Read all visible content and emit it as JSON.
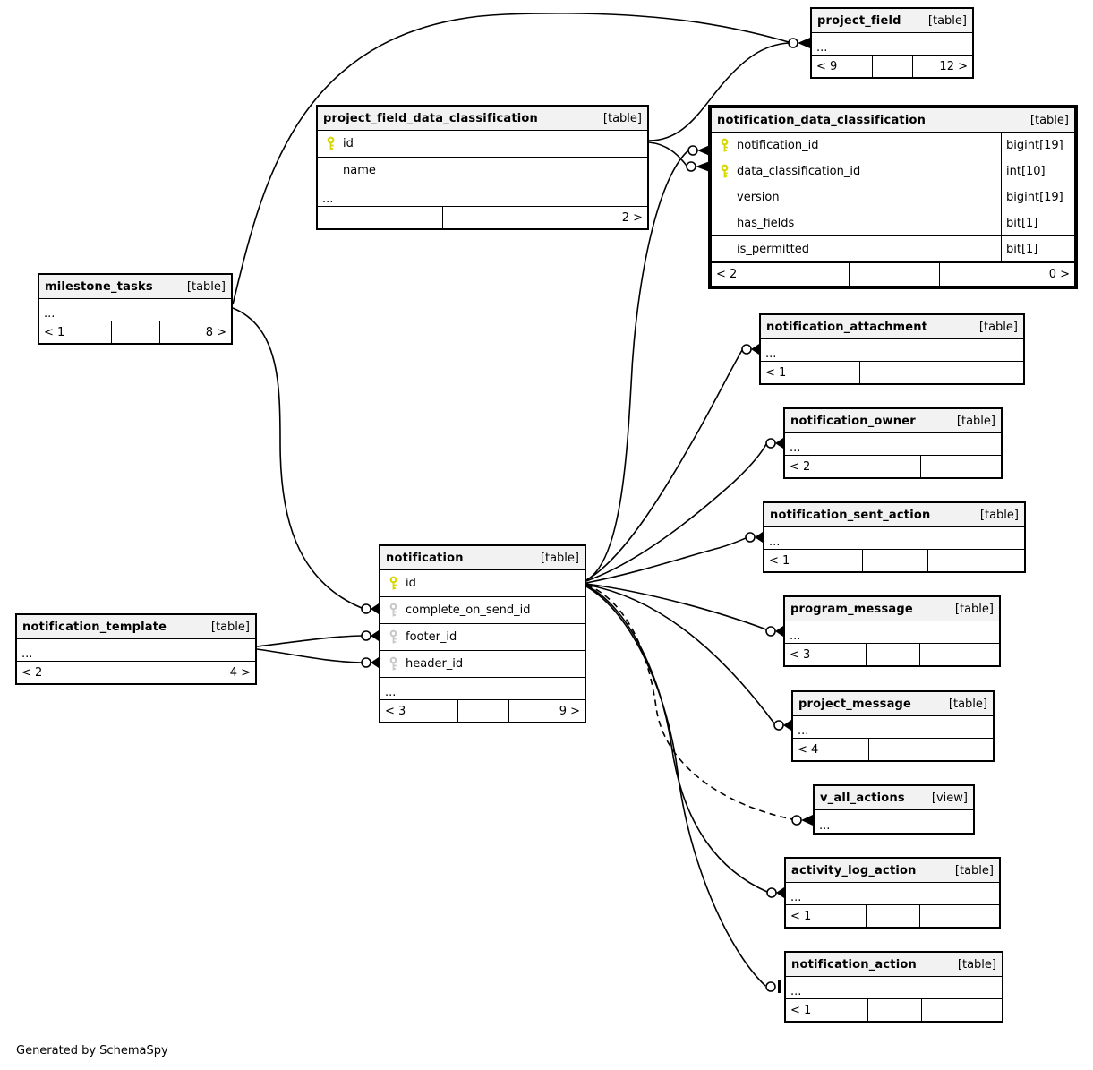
{
  "diagram": {
    "generator_note": "Generated by SchemaSpy",
    "focus_table": "notification_data_classification"
  },
  "colors": {
    "primary_key_icon": "#d6d600",
    "foreign_key_icon": "#c9c9c9",
    "table_header_bg": "#f2f2f2",
    "border": "#000000"
  },
  "tables": {
    "project_field": {
      "title": "project_field",
      "badge": "[table]",
      "ellipsis": "...",
      "footer": {
        "left": "< 9",
        "mid": "",
        "right": "12 >"
      }
    },
    "project_field_data_classification": {
      "title": "project_field_data_classification",
      "badge": "[table]",
      "columns": [
        {
          "name": "id",
          "key": "pk"
        },
        {
          "name": "name",
          "key": ""
        }
      ],
      "ellipsis": "...",
      "footer": {
        "left": "",
        "mid": "",
        "right": "2 >"
      }
    },
    "notification_data_classification": {
      "title": "notification_data_classification",
      "badge": "[table]",
      "columns": [
        {
          "name": "notification_id",
          "key": "pk",
          "type": "bigint[19]"
        },
        {
          "name": "data_classification_id",
          "key": "pk",
          "type": "int[10]"
        },
        {
          "name": "version",
          "key": "",
          "type": "bigint[19]"
        },
        {
          "name": "has_fields",
          "key": "",
          "type": "bit[1]"
        },
        {
          "name": "is_permitted",
          "key": "",
          "type": "bit[1]"
        }
      ],
      "footer": {
        "left": "< 2",
        "mid": "",
        "right": "0 >"
      }
    },
    "milestone_tasks": {
      "title": "milestone_tasks",
      "badge": "[table]",
      "ellipsis": "...",
      "footer": {
        "left": "< 1",
        "mid": "",
        "right": "8 >"
      }
    },
    "notification_attachment": {
      "title": "notification_attachment",
      "badge": "[table]",
      "ellipsis": "...",
      "footer": {
        "left": "< 1",
        "mid": "",
        "right": ""
      }
    },
    "notification_owner": {
      "title": "notification_owner",
      "badge": "[table]",
      "ellipsis": "...",
      "footer": {
        "left": "< 2",
        "mid": "",
        "right": ""
      }
    },
    "notification_sent_action": {
      "title": "notification_sent_action",
      "badge": "[table]",
      "ellipsis": "...",
      "footer": {
        "left": "< 1",
        "mid": "",
        "right": ""
      }
    },
    "notification": {
      "title": "notification",
      "badge": "[table]",
      "columns": [
        {
          "name": "id",
          "key": "pk"
        },
        {
          "name": "complete_on_send_id",
          "key": "fk"
        },
        {
          "name": "footer_id",
          "key": "fk"
        },
        {
          "name": "header_id",
          "key": "fk"
        }
      ],
      "ellipsis": "...",
      "footer": {
        "left": "< 3",
        "mid": "",
        "right": "9 >"
      }
    },
    "notification_template": {
      "title": "notification_template",
      "badge": "[table]",
      "ellipsis": "...",
      "footer": {
        "left": "< 2",
        "mid": "",
        "right": "4 >"
      }
    },
    "program_message": {
      "title": "program_message",
      "badge": "[table]",
      "ellipsis": "...",
      "footer": {
        "left": "< 3",
        "mid": "",
        "right": ""
      }
    },
    "project_message": {
      "title": "project_message",
      "badge": "[table]",
      "ellipsis": "...",
      "footer": {
        "left": "< 4",
        "mid": "",
        "right": ""
      }
    },
    "v_all_actions": {
      "title": "v_all_actions",
      "badge": "[view]",
      "ellipsis": "..."
    },
    "activity_log_action": {
      "title": "activity_log_action",
      "badge": "[table]",
      "ellipsis": "...",
      "footer": {
        "left": "< 1",
        "mid": "",
        "right": ""
      }
    },
    "notification_action": {
      "title": "notification_action",
      "badge": "[table]",
      "ellipsis": "...",
      "footer": {
        "left": "< 1",
        "mid": "",
        "right": ""
      }
    }
  },
  "relationships": [
    {
      "from": "milestone_tasks",
      "to": "project_field",
      "style": "solid"
    },
    {
      "from": "milestone_tasks",
      "to": "notification.complete_on_send_id",
      "style": "solid"
    },
    {
      "from": "notification_template",
      "to": "notification.footer_id",
      "style": "solid"
    },
    {
      "from": "notification_template",
      "to": "notification.header_id",
      "style": "solid"
    },
    {
      "from": "project_field_data_classification.id",
      "to": "project_field",
      "style": "solid"
    },
    {
      "from": "project_field_data_classification.id",
      "to": "notification_data_classification.data_classification_id",
      "style": "solid"
    },
    {
      "from": "notification.id",
      "to": "notification_data_classification.notification_id",
      "style": "solid"
    },
    {
      "from": "notification.id",
      "to": "notification_attachment",
      "style": "solid"
    },
    {
      "from": "notification.id",
      "to": "notification_owner",
      "style": "solid"
    },
    {
      "from": "notification.id",
      "to": "notification_sent_action",
      "style": "solid"
    },
    {
      "from": "notification.id",
      "to": "program_message",
      "style": "solid"
    },
    {
      "from": "notification.id",
      "to": "project_message",
      "style": "solid"
    },
    {
      "from": "notification.id",
      "to": "v_all_actions",
      "style": "dashed"
    },
    {
      "from": "notification.id",
      "to": "activity_log_action",
      "style": "solid"
    },
    {
      "from": "notification.id",
      "to": "notification_action",
      "style": "solid"
    }
  ]
}
